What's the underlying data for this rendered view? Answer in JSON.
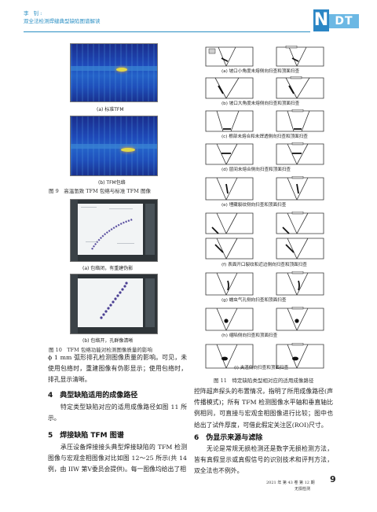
{
  "header": {
    "author": "李 钊:",
    "title": "双全法检测焊缝典型缺陷图谱解读",
    "logo_n": "N",
    "logo_dt": "DT"
  },
  "left": {
    "fig9": {
      "a_caption": "(a) 标准TFM",
      "b_caption": "(b) TFM包络",
      "caption": "图 9　高温氢致 TFM 包络与标准 TFM 图像"
    },
    "fig10": {
      "a_caption": "(a) 包络闭，有重建伪影",
      "b_caption": "(b) 包络开，孔群像清晰",
      "caption": "图 10　TFM 包络功能对检测图像质量的影响"
    },
    "para1": "ϕ 1 mm 弧形排孔检测图像质量的影响。可见，未使用包络时，重建图像有伪影显示；使用包络时，排孔显示清晰。",
    "sec4": "4　典型缺陷适用的成像路径",
    "para2": "特定类型缺陷对应的适用成像路径如图 11 所示。",
    "sec5": "5　焊接缺陷 TFM 图谱",
    "para3": "承压设备焊接接头典型焊接缺陷的 TFM 检测图像与宏观金相图像对比如图 12～25 所示(共 14 例，由 IIW 第Ⅴ委员会提供)。每一图像均给出了相"
  },
  "right": {
    "diagrams": [
      "(a) 坡口小角度未熔侧向扫查和顶面扫查",
      "(b) 坡口大角度未熔侧向扫查和顶面扫查",
      "(c) 根部未熔合和未焊透侧向扫查和顶面扫查",
      "(d) 层间未熔合侧向扫查和顶面扫查",
      "(e) 埋藏裂纹侧向扫查和顶面扫查",
      "(f) 表面开口裂纹和近边侧向扫查和顶面扫查",
      "(g) 蠕虫气孔侧向扫查和顶面扫查",
      "(h) 缩陷侧向扫查和顶面扫查",
      "(i) 夹渣侧向扫查和顶面扫查"
    ],
    "fig11_caption": "图 11　特定缺陷类型相对应的适用成像路径",
    "para1": "控阵超声探头的布置情况，指明了所用成像路径(声传播模式)；所有 TFM 检测图像水平轴和垂直轴比例相同，可直接与宏观金相图像进行比较；图中也给出了试件厚度，可借此假定关注区(ROI)尺寸。",
    "sec6": "6　伪显示来源与滤除",
    "para2": "无论是常规无损检测还是数字无损检测方法，皆有真假显示或真假信号的识别技术和评判方法，双全法也不例外。"
  },
  "footer": {
    "page": "9",
    "journal_line1": "2021 年 第 43 卷 第 12 期",
    "journal_line2": "无损检测"
  }
}
